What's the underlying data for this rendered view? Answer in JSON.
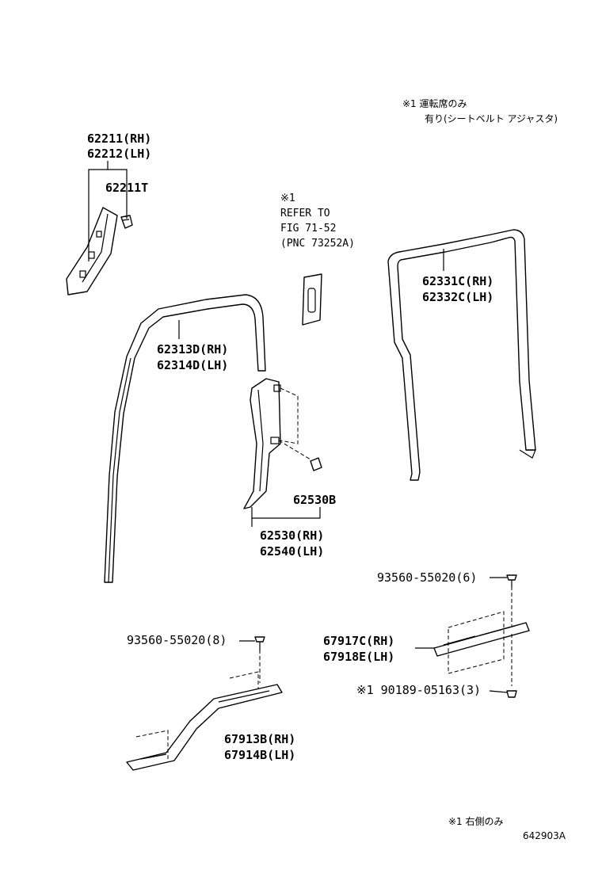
{
  "notes": {
    "top_note_line1": "※1 運転席のみ",
    "top_note_line2": "有り(シートベルト アジャスタ)",
    "bottom_note": "※1 右側のみ",
    "figure_code": "642903A"
  },
  "reference": {
    "mark": "※1",
    "line1": "REFER TO",
    "line2": "FIG 71-52",
    "line3": "(PNC 73252A)"
  },
  "parts": {
    "p62211_rh": "62211(RH)",
    "p62212_lh": "62212(LH)",
    "p62211t": "62211T",
    "p62313d_rh": "62313D(RH)",
    "p62314d_lh": "62314D(LH)",
    "p62331c_rh": "62331C(RH)",
    "p62332c_lh": "62332C(LH)",
    "p62530b": "62530B",
    "p62530_rh": "62530(RH)",
    "p62540_lh": "62540(LH)",
    "p93560_6": "93560-55020(6)",
    "p93560_8": "93560-55020(8)",
    "p67917c_rh": "67917C(RH)",
    "p67918e_lh": "67918E(LH)",
    "p90189_3": "※1 90189-05163(3)",
    "p67913b_rh": "67913B(RH)",
    "p67914b_lh": "67914B(LH)"
  }
}
